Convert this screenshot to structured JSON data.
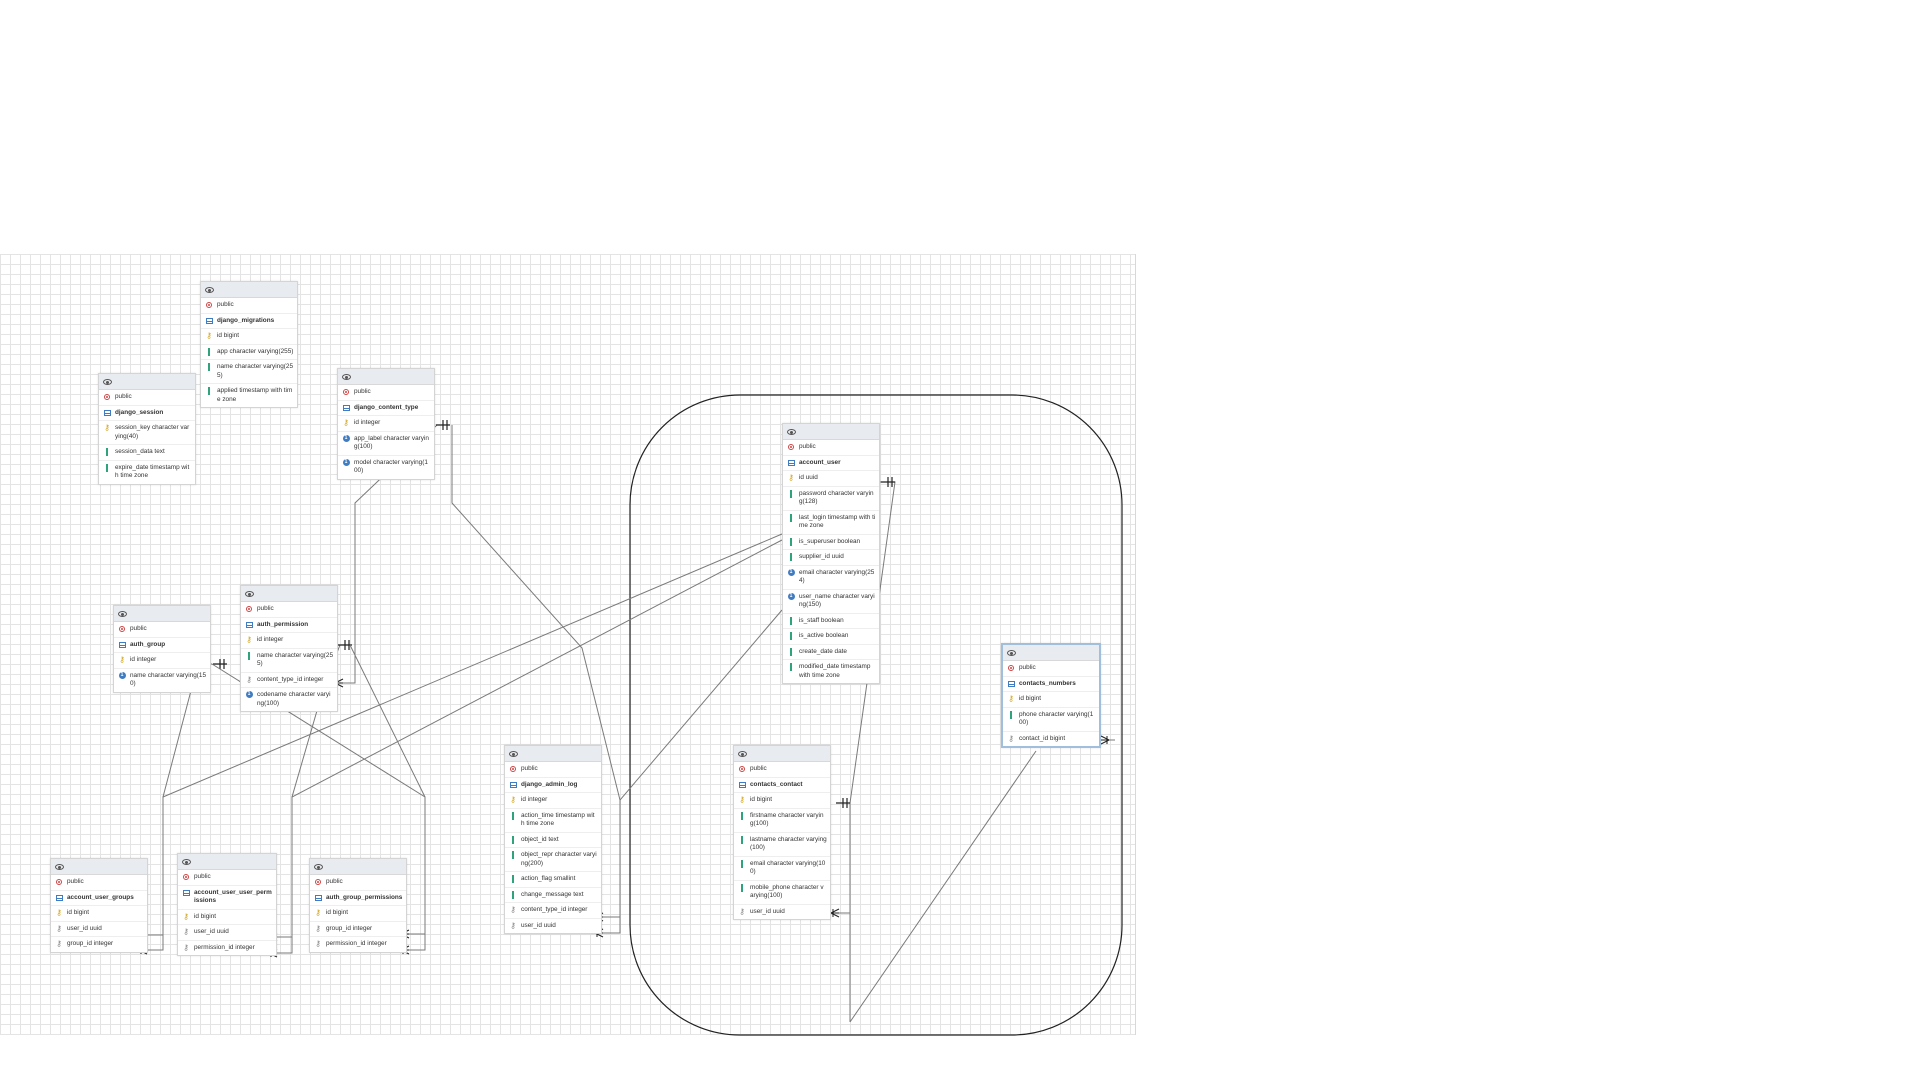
{
  "tables": [
    {
      "id": "django_migrations",
      "schema": "public",
      "name": "django_migrations",
      "columns": [
        {
          "icon": "key",
          "text": "id bigint"
        },
        {
          "icon": "column",
          "text": "app character varying(255)"
        },
        {
          "icon": "column",
          "text": "name character varying(255)"
        },
        {
          "icon": "column",
          "text": "applied timestamp with time zone"
        }
      ]
    },
    {
      "id": "django_session",
      "schema": "public",
      "name": "django_session",
      "columns": [
        {
          "icon": "key",
          "text": "session_key character varying(40)"
        },
        {
          "icon": "column",
          "text": "session_data text"
        },
        {
          "icon": "column",
          "text": "expire_date timestamp with time zone"
        }
      ]
    },
    {
      "id": "django_content_type",
      "schema": "public",
      "name": "django_content_type",
      "columns": [
        {
          "icon": "key",
          "text": "id integer"
        },
        {
          "icon": "unique",
          "text": "app_label character varying(100)"
        },
        {
          "icon": "unique",
          "text": "model character varying(100)"
        }
      ]
    },
    {
      "id": "auth_permission",
      "schema": "public",
      "name": "auth_permission",
      "columns": [
        {
          "icon": "key",
          "text": "id integer"
        },
        {
          "icon": "column",
          "text": "name character varying(255)"
        },
        {
          "icon": "fk",
          "text": "content_type_id integer"
        },
        {
          "icon": "unique",
          "text": "codename character varying(100)"
        }
      ]
    },
    {
      "id": "auth_group",
      "schema": "public",
      "name": "auth_group",
      "columns": [
        {
          "icon": "key",
          "text": "id integer"
        },
        {
          "icon": "unique",
          "text": "name character varying(150)"
        }
      ]
    },
    {
      "id": "account_user",
      "schema": "public",
      "name": "account_user",
      "columns": [
        {
          "icon": "key",
          "text": "id uuid"
        },
        {
          "icon": "column",
          "text": "password character varying(128)"
        },
        {
          "icon": "column",
          "text": "last_login timestamp with time zone"
        },
        {
          "icon": "column",
          "text": "is_superuser boolean"
        },
        {
          "icon": "column",
          "text": "supplier_id uuid"
        },
        {
          "icon": "unique",
          "text": "email character varying(254)"
        },
        {
          "icon": "unique",
          "text": "user_name character varying(150)"
        },
        {
          "icon": "column",
          "text": "is_staff boolean"
        },
        {
          "icon": "column",
          "text": "is_active boolean"
        },
        {
          "icon": "column",
          "text": "create_date date"
        },
        {
          "icon": "column",
          "text": "modified_date timestamp with time zone"
        }
      ]
    },
    {
      "id": "contacts_numbers",
      "schema": "public",
      "name": "contacts_numbers",
      "selected": true,
      "columns": [
        {
          "icon": "key",
          "text": "id bigint"
        },
        {
          "icon": "column",
          "text": "phone character varying(100)"
        },
        {
          "icon": "fk",
          "text": "contact_id bigint"
        }
      ]
    },
    {
      "id": "django_admin_log",
      "schema": "public",
      "name": "django_admin_log",
      "columns": [
        {
          "icon": "key",
          "text": "id integer"
        },
        {
          "icon": "column",
          "text": "action_time timestamp with time zone"
        },
        {
          "icon": "column",
          "text": "object_id text"
        },
        {
          "icon": "column",
          "text": "object_repr character varying(200)"
        },
        {
          "icon": "column",
          "text": "action_flag smallint"
        },
        {
          "icon": "column",
          "text": "change_message text"
        },
        {
          "icon": "fk",
          "text": "content_type_id integer"
        },
        {
          "icon": "fk",
          "text": "user_id uuid"
        }
      ]
    },
    {
      "id": "contacts_contact",
      "schema": "public",
      "name": "contacts_contact",
      "columns": [
        {
          "icon": "key",
          "text": "id bigint"
        },
        {
          "icon": "column",
          "text": "firstname character varying(100)"
        },
        {
          "icon": "column",
          "text": "lastname character varying(100)"
        },
        {
          "icon": "column",
          "text": "email character varying(100)"
        },
        {
          "icon": "column",
          "text": "mobile_phone character varying(100)"
        },
        {
          "icon": "fk",
          "text": "user_id uuid"
        }
      ]
    },
    {
      "id": "account_user_groups",
      "schema": "public",
      "name": "account_user_groups",
      "columns": [
        {
          "icon": "key",
          "text": "id bigint"
        },
        {
          "icon": "fk",
          "text": "user_id uuid"
        },
        {
          "icon": "fk",
          "text": "group_id integer"
        }
      ]
    },
    {
      "id": "account_user_user_permissions",
      "schema": "public",
      "name": "account_user_user_permissions",
      "columns": [
        {
          "icon": "key",
          "text": "id bigint"
        },
        {
          "icon": "fk",
          "text": "user_id uuid"
        },
        {
          "icon": "fk",
          "text": "permission_id integer"
        }
      ]
    },
    {
      "id": "auth_group_permissions",
      "schema": "public",
      "name": "auth_group_permissions",
      "columns": [
        {
          "icon": "key",
          "text": "id bigint"
        },
        {
          "icon": "fk",
          "text": "group_id integer"
        },
        {
          "icon": "fk",
          "text": "permission_id integer"
        }
      ]
    }
  ],
  "colors": {
    "grid": "#e4e4e4",
    "header": "#e8ebef",
    "key": "#d1a318",
    "column": "#2fa37c",
    "unique": "#3f7cc2",
    "schema": "#d04545",
    "selected_border": "#9fbfdc",
    "relation": "#7a7a7a"
  },
  "icons": {
    "visibility": "eye-icon",
    "schema": "schema-icon",
    "table": "table-icon",
    "key": "primary-key-icon",
    "column": "column-icon",
    "unique": "unique-icon",
    "fk": "foreign-key-icon"
  }
}
